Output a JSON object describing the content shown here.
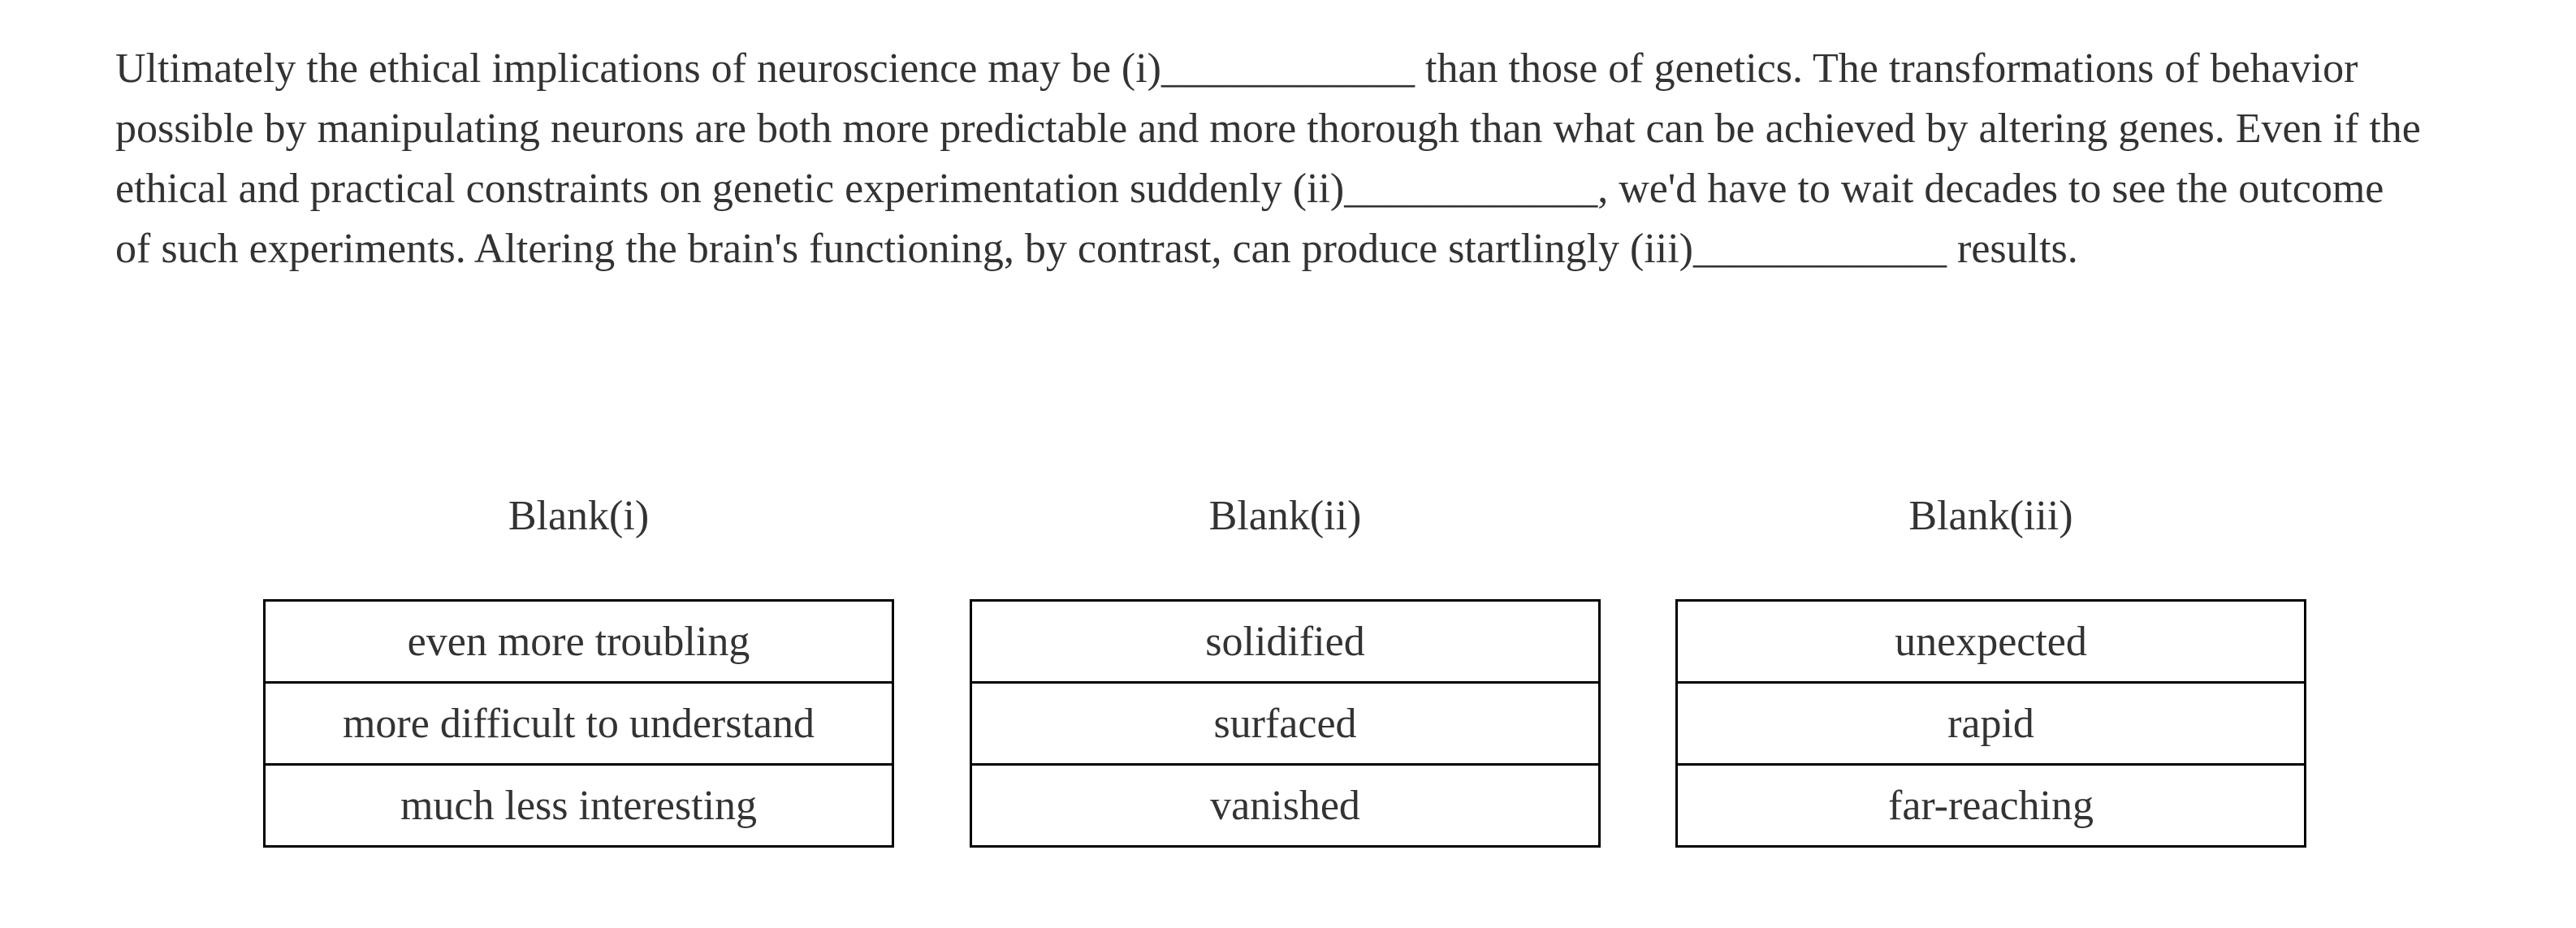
{
  "passage": {
    "segments": {
      "s1": "Ultimately the ethical implications of neuroscience may be (i)",
      "b1": "____________",
      "s2": " than those of genetics. The transformations of behavior possible by manipulating neurons are both more predictable and more thorough than what can be achieved by altering genes. Even if the ethical and practical constraints on genetic experimentation suddenly (ii)",
      "b2": "____________",
      "s3": ", we'd have to wait decades to see the outcome of such experiments. Altering the brain's functioning, by contrast, can produce startlingly (iii)",
      "b3": "____________",
      "s4": " results."
    }
  },
  "blanks": [
    {
      "header": "Blank(i)",
      "options": [
        "even more troubling",
        "more difficult to understand",
        "much less interesting"
      ]
    },
    {
      "header": "Blank(ii)",
      "options": [
        "solidified",
        "surfaced",
        "vanished"
      ]
    },
    {
      "header": "Blank(iii)",
      "options": [
        "unexpected",
        "rapid",
        "far-reaching"
      ]
    }
  ],
  "colors": {
    "text": "#333333",
    "border": "#000000",
    "background": "#ffffff"
  }
}
